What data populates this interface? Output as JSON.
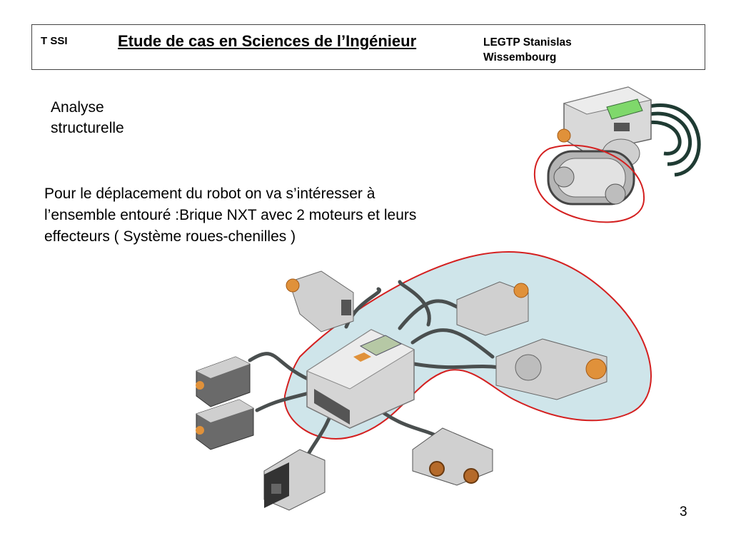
{
  "header": {
    "class_label": "T SSI",
    "title": "Etude de cas en Sciences de l’Ingénieur",
    "school_line1": "LEGTP Stanislas",
    "school_line2": "Wissembourg"
  },
  "subtitle": {
    "line1": "Analyse",
    "line2": "structurelle"
  },
  "body": {
    "line1": "Pour le déplacement du robot on va s’intéresser à",
    "line2": "l’ensemble entouré :Brique NXT avec 2 moteurs et leurs",
    "line3": "effecteurs ( Système roues-chenilles )"
  },
  "page_number": "3",
  "colors": {
    "highlight_outline": "#d42020",
    "highlight_fill": "#cfe5ea",
    "brick_light": "#d8d8d8",
    "brick_dark": "#555555",
    "accent_orange": "#e0913a",
    "screen_green": "#7fd86b"
  }
}
